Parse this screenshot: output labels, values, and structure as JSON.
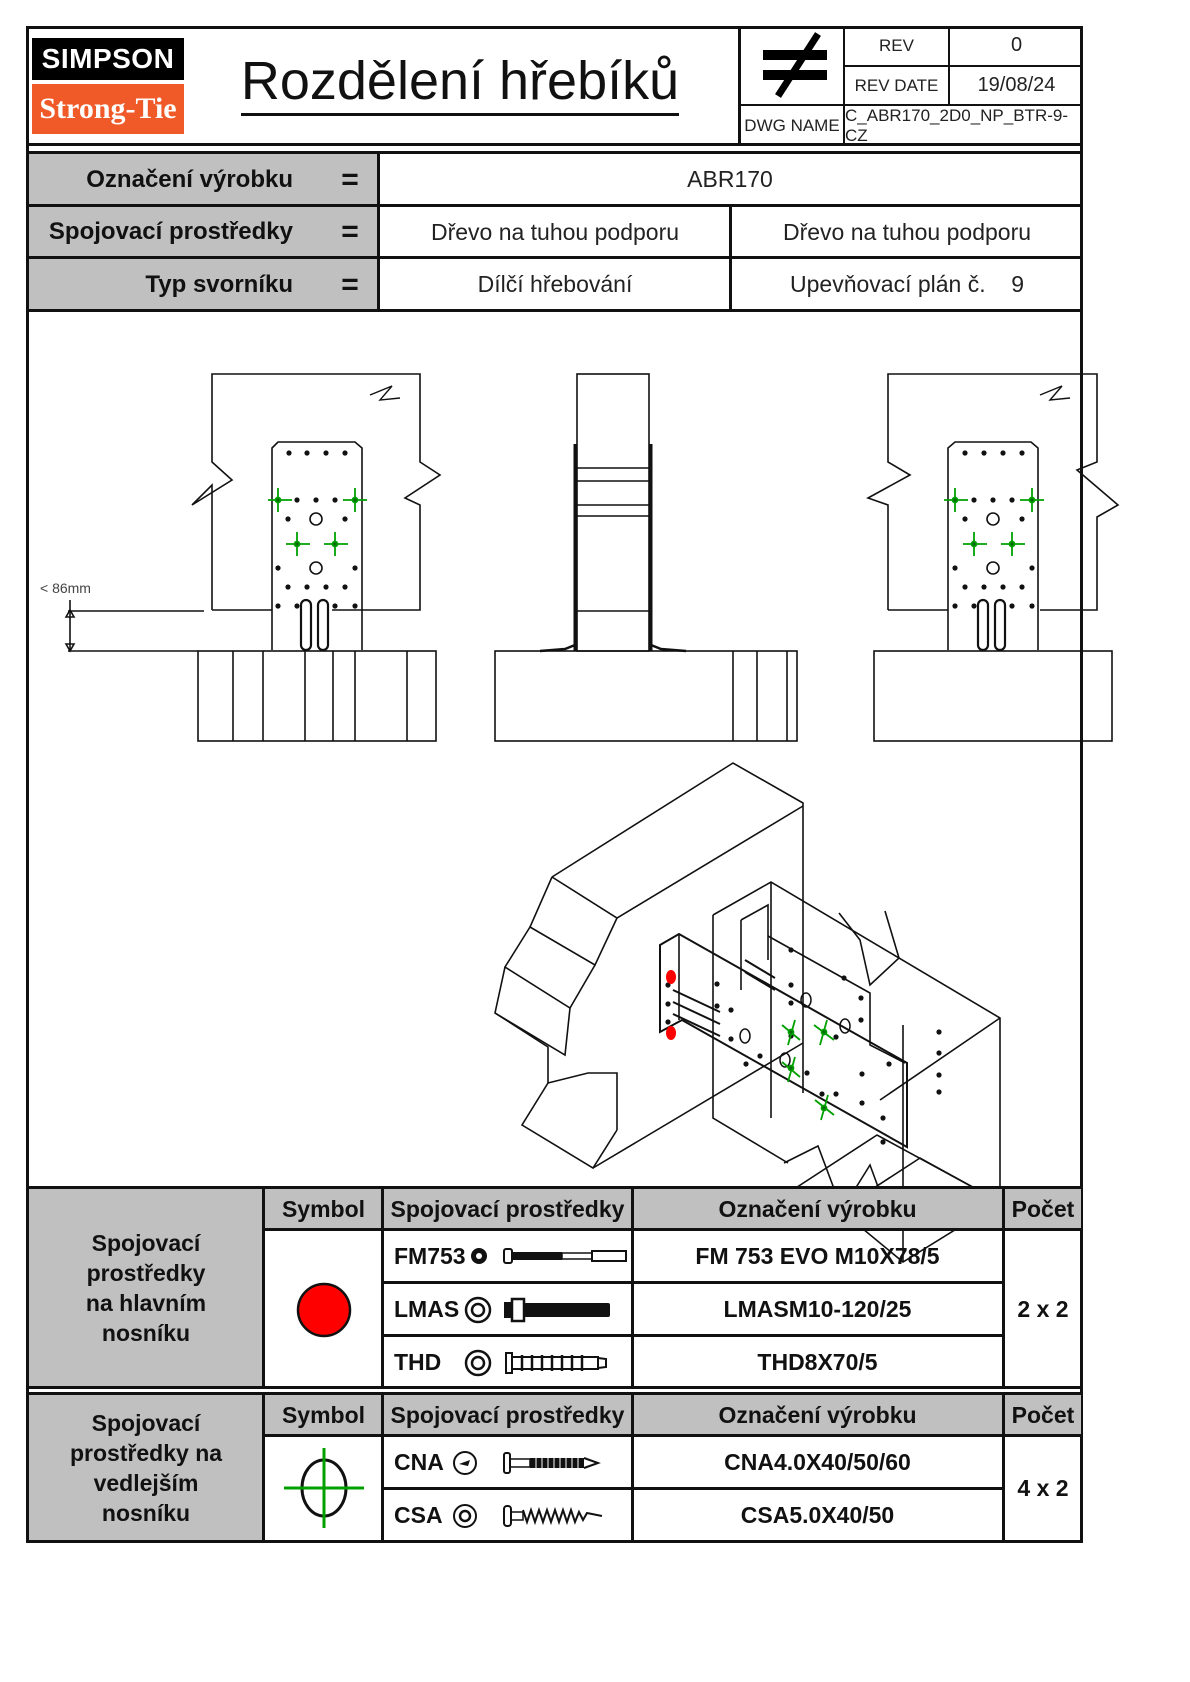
{
  "header": {
    "logo_top": "SIMPSON",
    "logo_bottom": "Strong-Tie",
    "title": "Rozdělení hřebíků",
    "not_equal_icon": "not-equal-icon",
    "rev_label": "REV",
    "rev_value": "0",
    "rev_date_label": "REV DATE",
    "rev_date_value": "19/08/24",
    "dwg_name_label": "DWG NAME",
    "dwg_name_value": "C_ABR170_2D0_NP_BTR-9-CZ"
  },
  "info": {
    "rows": [
      {
        "label": "Označení výrobku",
        "eq": "=",
        "values": [
          "ABR170"
        ]
      },
      {
        "label": "Spojovací prostředky",
        "eq": "=",
        "values": [
          "Dřevo na tuhou podporu",
          "Dřevo na tuhou podporu"
        ]
      },
      {
        "label": "Typ svorníku",
        "eq": "=",
        "values": [
          "Dílčí hřebování",
          "Upevňovací plán č.    9"
        ]
      }
    ]
  },
  "drawing": {
    "dimension_label": "< 86mm",
    "colors": {
      "main_fastener": "#ff0000",
      "secondary_fastener": "#00a000",
      "line": "#111111"
    }
  },
  "tables": [
    {
      "group_label": "Spojovací\nprostředky\nna hlavním\nnosníku",
      "headers": {
        "symbol": "Symbol",
        "fastener": "Spojovací prostředky",
        "product": "Označení výrobku",
        "count": "Počet"
      },
      "symbol_icon": "red-dot-icon",
      "rows": [
        {
          "code": "FM753",
          "icon": "fm753-anchor-icon",
          "product": "FM 753 EVO M10X78/5"
        },
        {
          "code": "LMAS",
          "icon": "lmas-screw-icon",
          "product": "LMASM10-120/25"
        },
        {
          "code": "THD",
          "icon": "thd-screw-icon",
          "product": "THD8X70/5"
        }
      ],
      "count": "2 x 2"
    },
    {
      "group_label": "Spojovací\nprostředky na\nvedlejším\nnosníku",
      "headers": {
        "symbol": "Symbol",
        "fastener": "Spojovací prostředky",
        "product": "Označení výrobku",
        "count": "Počet"
      },
      "symbol_icon": "green-crosshair-icon",
      "rows": [
        {
          "code": "CNA",
          "icon": "cna-nail-icon",
          "product": "CNA4.0X40/50/60"
        },
        {
          "code": "CSA",
          "icon": "csa-screw-icon",
          "product": "CSA5.0X40/50"
        }
      ],
      "count": "4 x 2"
    }
  ]
}
